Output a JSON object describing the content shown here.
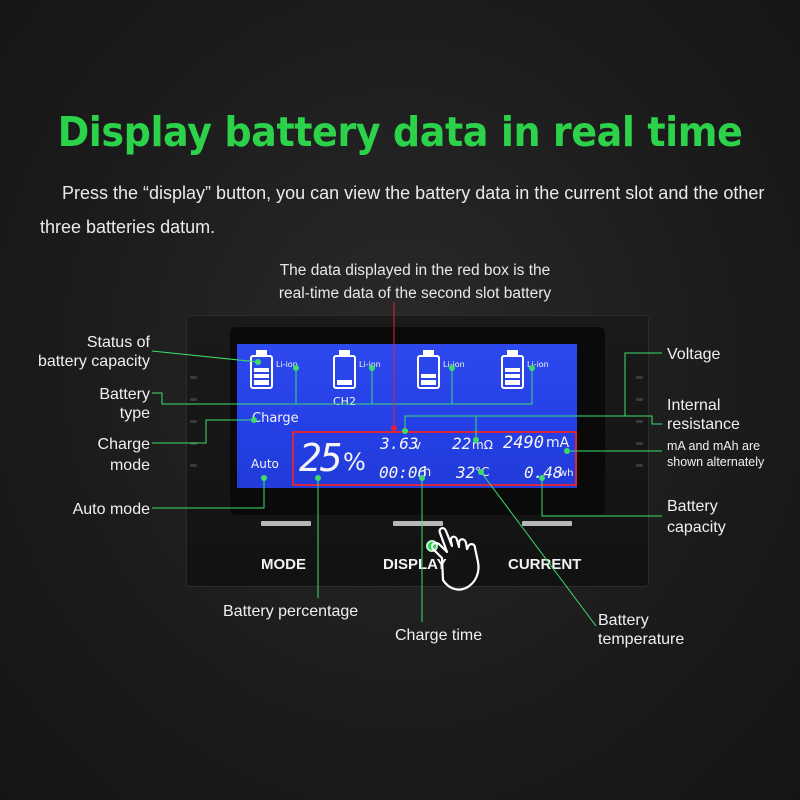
{
  "headline": "Display battery data in real time",
  "intro": "Press the “display” button, you can view the battery data in the current slot and the other three batteries  datum.",
  "note_top": {
    "line1": "The data displayed in the red box is the",
    "line2": "real-time data of the second slot battery"
  },
  "labels": {
    "status_l1": "Status of",
    "status_l2": "battery capacity",
    "type_l1": "Battery",
    "type_l2": "type",
    "charge_l1": "Charge",
    "charge_l2": "mode",
    "auto_mode": "Auto mode",
    "voltage": "Voltage",
    "resistance_l1": "Internal",
    "resistance_l2": "resistance",
    "alternate_l1": "mA and mAh are",
    "alternate_l2": "shown alternately",
    "capacity_l1": "Battery",
    "capacity_l2": "capacity",
    "percentage": "Battery percentage",
    "charge_time": "Charge time",
    "temperature_l1": "Battery",
    "temperature_l2": "temperature"
  },
  "lcd": {
    "battery_type": "Li-ion",
    "channel": "CH2",
    "charge_mode": "Charge",
    "auto": "Auto",
    "percent": "25",
    "percent_sign": "%",
    "voltage": "3.63",
    "voltage_unit": "v",
    "resistance": "22",
    "resistance_unit": "mΩ",
    "current": "2490",
    "current_unit": "mA",
    "time": "00:06",
    "time_unit": "h",
    "temperature": "32",
    "temperature_unit": "°C",
    "energy": "0.48",
    "energy_unit": "wh"
  },
  "buttons": {
    "mode": "MODE",
    "display": "DISPLAY",
    "current": "CURRENT"
  },
  "colors": {
    "headline": "#2bd24a",
    "lcd": "#2440e6",
    "leader": "#3ddc6a",
    "highlight_box": "#d7263d"
  },
  "icons": [
    "battery-icon",
    "hand-pointer-icon"
  ]
}
